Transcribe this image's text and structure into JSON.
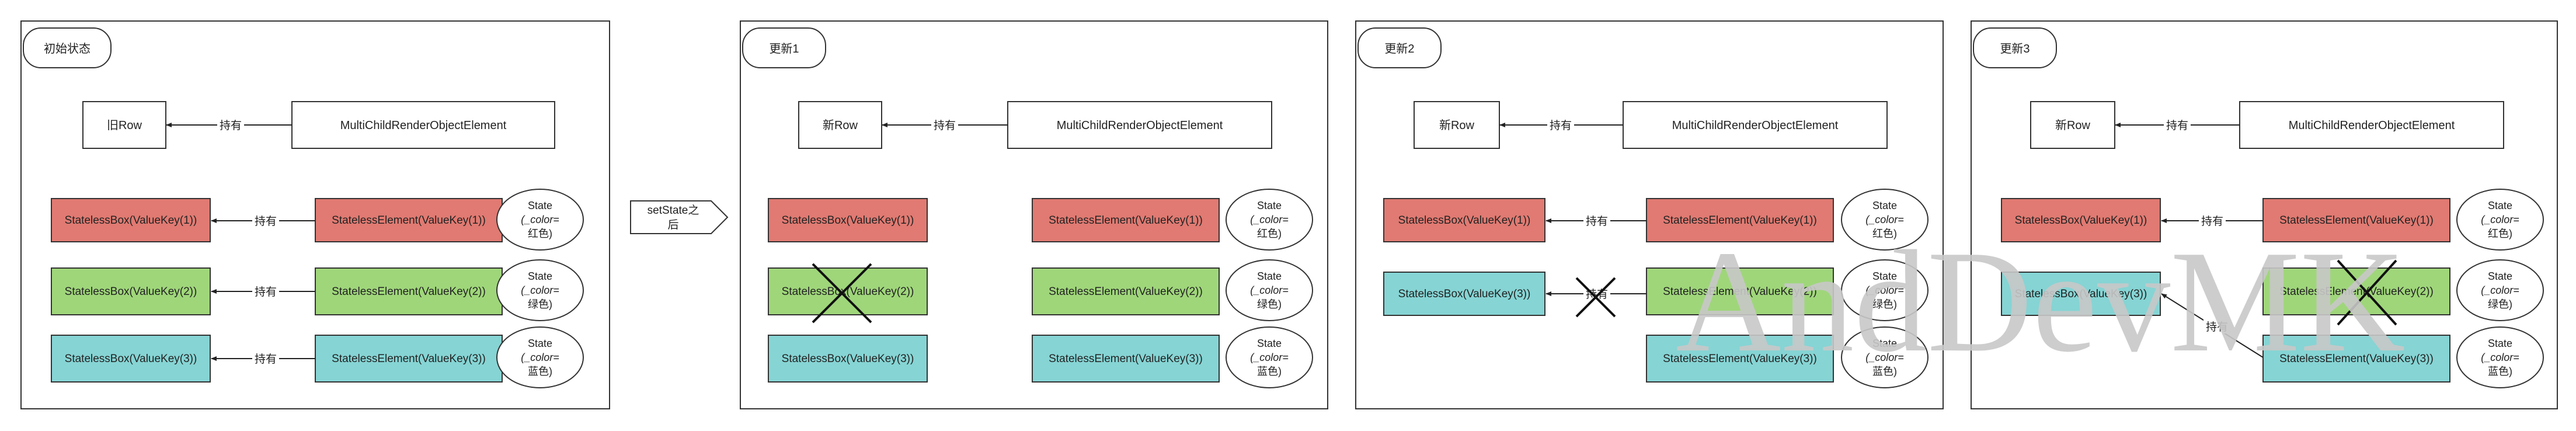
{
  "colors": {
    "red": "#e07a72",
    "green": "#9fd67a",
    "cyan": "#86d4d4",
    "stroke": "#333333",
    "watermark": "#c8c8c8"
  },
  "transition": {
    "label_line1": "setState之",
    "label_line2": "后"
  },
  "watermark": "AndDevMK",
  "panels": [
    {
      "id": "p0",
      "title": "初始状态",
      "row_label": "旧Row",
      "holds_label": "持有",
      "mcroe_label": "MultiChildRenderObjectElement",
      "boxes": [
        {
          "label": "StatelessBox(ValueKey(1))",
          "color": "red",
          "crossed": false
        },
        {
          "label": "StatelessBox(ValueKey(2))",
          "color": "green",
          "crossed": false
        },
        {
          "label": "StatelessBox(ValueKey(3))",
          "color": "cyan",
          "crossed": false
        }
      ],
      "elements": [
        {
          "label": "StatelessElement(ValueKey(1))",
          "color": "red",
          "crossed": false,
          "state": {
            "line1": "State",
            "line2": "(_color=",
            "line3": "红色)"
          }
        },
        {
          "label": "StatelessElement(ValueKey(2))",
          "color": "green",
          "crossed": false,
          "state": {
            "line1": "State",
            "line2": "(_color=",
            "line3": "绿色)"
          }
        },
        {
          "label": "StatelessElement(ValueKey(3))",
          "color": "cyan",
          "crossed": false,
          "state": {
            "line1": "State",
            "line2": "(_color=",
            "line3": "蓝色)"
          }
        }
      ],
      "links": [
        {
          "label": "持有",
          "crossed": false
        },
        {
          "label": "持有",
          "crossed": false
        },
        {
          "label": "持有",
          "crossed": false
        }
      ]
    },
    {
      "id": "p1",
      "title": "更新1",
      "row_label": "新Row",
      "holds_label": "持有",
      "mcroe_label": "MultiChildRenderObjectElement",
      "boxes": [
        {
          "label": "StatelessBox(ValueKey(1))",
          "color": "red",
          "crossed": false
        },
        {
          "label": "StatelessBox(ValueKey(2))",
          "color": "green",
          "crossed": true
        },
        {
          "label": "StatelessBox(ValueKey(3))",
          "color": "cyan",
          "crossed": false
        }
      ],
      "elements": [
        {
          "label": "StatelessElement(ValueKey(1))",
          "color": "red",
          "crossed": false,
          "state": {
            "line1": "State",
            "line2": "(_color=",
            "line3": "红色)"
          }
        },
        {
          "label": "StatelessElement(ValueKey(2))",
          "color": "green",
          "crossed": false,
          "state": {
            "line1": "State",
            "line2": "(_color=",
            "line3": "绿色)"
          }
        },
        {
          "label": "StatelessElement(ValueKey(3))",
          "color": "cyan",
          "crossed": false,
          "state": {
            "line1": "State",
            "line2": "(_color=",
            "line3": "蓝色)"
          }
        }
      ],
      "links": []
    },
    {
      "id": "p2",
      "title": "更新2",
      "row_label": "新Row",
      "holds_label": "持有",
      "mcroe_label": "MultiChildRenderObjectElement",
      "boxes": [
        {
          "label": "StatelessBox(ValueKey(1))",
          "color": "red",
          "crossed": false
        },
        {
          "label": "StatelessBox(ValueKey(3))",
          "color": "cyan",
          "crossed": false
        }
      ],
      "elements": [
        {
          "label": "StatelessElement(ValueKey(1))",
          "color": "red",
          "crossed": false,
          "state": {
            "line1": "State",
            "line2": "(_color=",
            "line3": "红色)"
          }
        },
        {
          "label": "StatelessElement(ValueKey(2))",
          "color": "green",
          "crossed": false,
          "state": {
            "line1": "State",
            "line2": "(_color=",
            "line3": "绿色)"
          }
        },
        {
          "label": "StatelessElement(ValueKey(3))",
          "color": "cyan",
          "crossed": false,
          "state": {
            "line1": "State",
            "line2": "(_color=",
            "line3": "蓝色)"
          }
        }
      ],
      "links": [
        {
          "label": "持有",
          "crossed": false
        },
        {
          "label": "持有",
          "crossed": true
        }
      ]
    },
    {
      "id": "p3",
      "title": "更新3",
      "row_label": "新Row",
      "holds_label": "持有",
      "mcroe_label": "MultiChildRenderObjectElement",
      "boxes": [
        {
          "label": "StatelessBox(ValueKey(1))",
          "color": "red",
          "crossed": false
        },
        {
          "label": "StatelessBox(ValueKey(3))",
          "color": "cyan",
          "crossed": false
        }
      ],
      "elements": [
        {
          "label": "StatelessElement(ValueKey(1))",
          "color": "red",
          "crossed": false,
          "state": {
            "line1": "State",
            "line2": "(_color=",
            "line3": "红色)"
          }
        },
        {
          "label": "StatelessElement(ValueKey(2))",
          "color": "green",
          "crossed": true,
          "state": {
            "line1": "State",
            "line2": "(_color=",
            "line3": "绿色)"
          }
        },
        {
          "label": "StatelessElement(ValueKey(3))",
          "color": "cyan",
          "crossed": false,
          "state": {
            "line1": "State",
            "line2": "(_color=",
            "line3": "蓝色)"
          }
        }
      ],
      "links": [
        {
          "label": "持有",
          "crossed": false
        },
        {
          "label": "持有",
          "crossed": false
        }
      ]
    }
  ]
}
